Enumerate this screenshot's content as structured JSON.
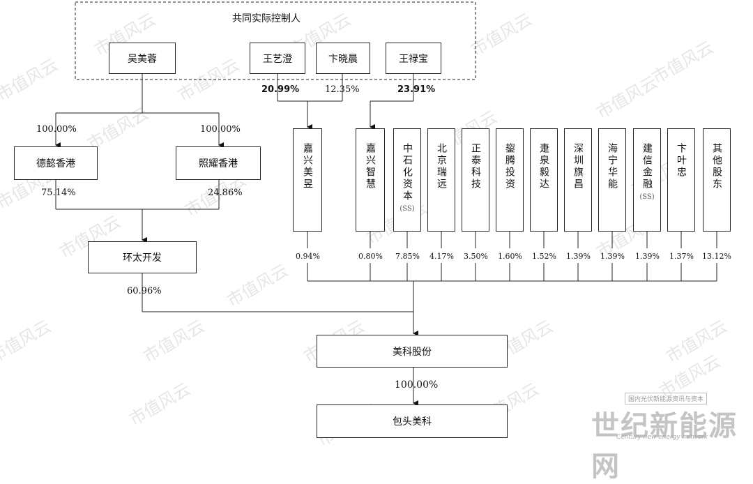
{
  "group_title": "共同实际控制人",
  "persons": {
    "wu": "吴美蓉",
    "wang_y": "王艺澄",
    "bian_x": "卞晓晨",
    "wang_l": "王禄宝"
  },
  "entities": {
    "deyi": "德懿香港",
    "zhaoyao": "照耀香港",
    "huantai": "环太开发",
    "meike": "美科股份",
    "baotou": "包头美科"
  },
  "shareholders": [
    {
      "name": "嘉兴美昱",
      "pct": "0.94%"
    },
    {
      "name": "嘉兴智慧",
      "pct": "0.80%"
    },
    {
      "name": "中石化资本",
      "note": "(SS)",
      "pct": "7.85%"
    },
    {
      "name": "北京瑞远",
      "pct": "4.17%"
    },
    {
      "name": "正泰科技",
      "pct": "3.50%"
    },
    {
      "name": "鋆腾投资",
      "pct": "1.60%"
    },
    {
      "name": "疌泉毅达",
      "pct": "1.52%"
    },
    {
      "name": "深圳旗昌",
      "pct": "1.39%"
    },
    {
      "name": "海宁华能",
      "pct": "1.39%"
    },
    {
      "name": "建信金融",
      "note": "(SS)",
      "pct": "1.39%"
    },
    {
      "name": "卞叶忠",
      "pct": "1.37%"
    },
    {
      "name": "其他股东",
      "pct": "13.12%"
    }
  ],
  "edges": {
    "wu_to_deyi": "100.00%",
    "wu_to_zhaoyao": "100.00%",
    "deyi_to_huantai": "75.14%",
    "zhaoyao_to_huantai": "24.86%",
    "huantai_to_meike": "60.96%",
    "wangy_to_meiyu": "20.99%",
    "bianx_to_meiyu": "12.35%",
    "wangl_to_zhihui": "23.91%",
    "meike_to_baotou": "100.00%"
  },
  "watermark": "市值风云",
  "logo": {
    "tagline": "国内光伏新能源资讯与资本",
    "name": "世纪新能源网",
    "en": "Century new energy network"
  },
  "colors": {
    "line": "#222222",
    "watermark": "#e6e6e6"
  }
}
